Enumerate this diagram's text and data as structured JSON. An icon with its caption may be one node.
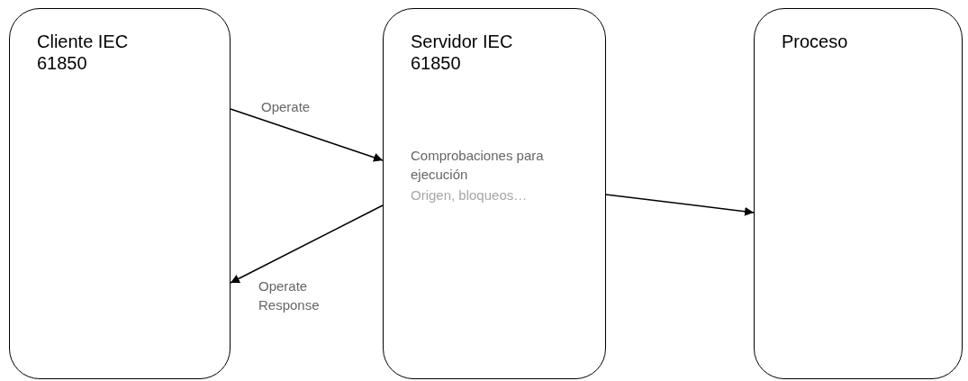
{
  "diagram": {
    "nodes": [
      {
        "text": [
          "Cliente IEC 61850"
        ]
      },
      {
        "text": [
          "Servidor IEC 61850",
          "Comprobaciones para ejecución",
          "Origen, bloqueos…"
        ]
      },
      {
        "text": [
          "Proceso"
        ]
      }
    ],
    "edges": [
      {
        "from": 0,
        "to": 1,
        "arrow": "to",
        "label": "Operate"
      },
      {
        "from": 1,
        "to": 0,
        "arrow": "to",
        "label": "Operate Response"
      },
      {
        "from": 1,
        "to": 2,
        "arrow": "to"
      }
    ]
  }
}
